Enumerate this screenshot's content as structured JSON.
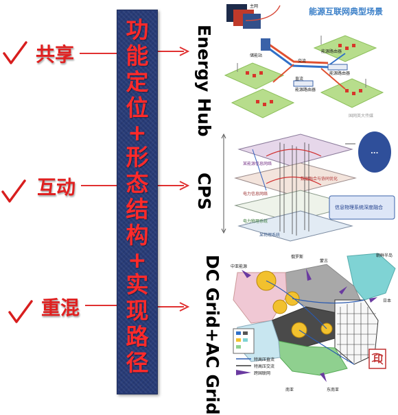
{
  "left_labels": [
    {
      "text": "共享"
    },
    {
      "text": "互动"
    },
    {
      "text": "重混"
    }
  ],
  "center_chars": [
    "功",
    "能",
    "定",
    "位",
    "+",
    "形",
    "态",
    "结",
    "构",
    "+",
    "实",
    "现",
    "路",
    "径"
  ],
  "right_labels": [
    {
      "text": "Energy Hub"
    },
    {
      "text": "CPS"
    },
    {
      "text": "DC Grid+AC Grid"
    }
  ],
  "energy_hub": {
    "title": "能源互联网典型场景",
    "nodes": [
      "主网",
      "交流",
      "直流",
      "储能站",
      "能源路由器",
      "能源路由器",
      "能源路由器"
    ],
    "watermark": "国网英大传媒"
  },
  "cps": {
    "layers": [
      "某能源信息网络",
      "电力信息网络",
      "电力物理系统",
      "某物理系统"
    ],
    "side_notes": [
      "数据融合与协同优化"
    ],
    "bubble": "...",
    "callout": "信息物理系统深度融合"
  },
  "grid_map": {
    "labels": [
      "中亚能源",
      "俄罗斯",
      "蒙古",
      "朝鲜半岛",
      "日本",
      "东南亚",
      "南亚"
    ],
    "legend": [
      "特高压直流",
      "特高压交流",
      "跨国联网"
    ],
    "stamp": "印"
  },
  "colors": {
    "bar": "#283c78",
    "bar_text": "#ff2a2a",
    "label_red": "#e02020",
    "arrow_red": "#e03030",
    "check_red": "#d81e1e"
  }
}
